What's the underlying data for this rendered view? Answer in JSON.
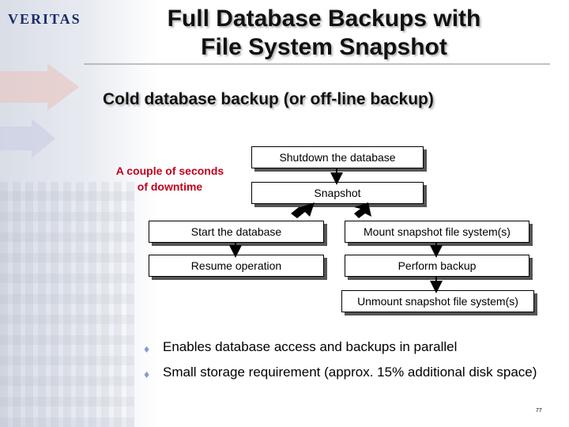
{
  "logo": {
    "text": "VERITAS"
  },
  "title": {
    "line1": "Full Database Backups with",
    "line2": "File System Snapshot"
  },
  "subtitle": "Cold database backup (or off-line backup)",
  "downtime_note": {
    "line1": "A couple of seconds",
    "line2": "of downtime"
  },
  "flow": {
    "shutdown": "Shutdown the database",
    "snapshot": "Snapshot",
    "start_db": "Start the database",
    "resume": "Resume operation",
    "mount": "Mount snapshot file system(s)",
    "perform_backup": "Perform backup",
    "unmount": "Unmount snapshot file system(s)"
  },
  "bullets": [
    "Enables database access and backups in parallel",
    "Small storage requirement (approx. 15% additional disk space)"
  ],
  "page_number": "77",
  "colors": {
    "title": "#111111",
    "downtime": "#c0001e",
    "bullet_mark": "#8a9ac8",
    "arrow": "#000000"
  }
}
